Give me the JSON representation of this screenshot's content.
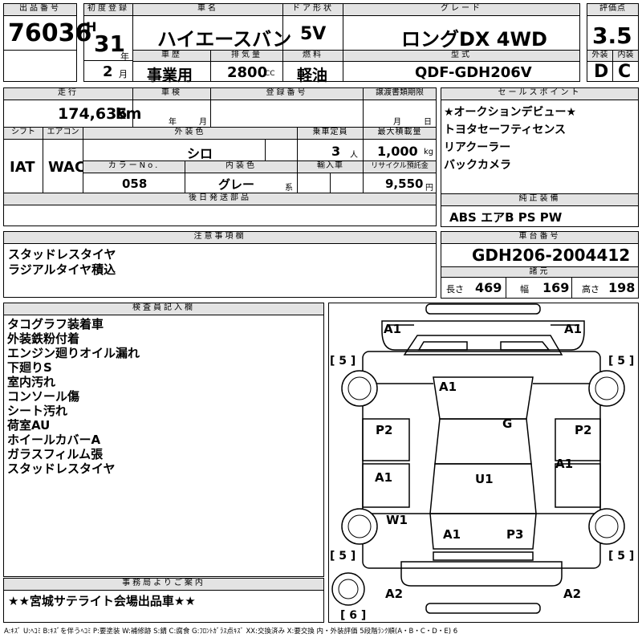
{
  "headers": {
    "lot_no": "出品番号",
    "first_reg": "初度登録",
    "car_name": "車名",
    "door": "ドア形状",
    "grade": "グレード",
    "score": "評価点",
    "history": "車歴",
    "displacement": "排気量",
    "fuel": "燃料",
    "model_code": "型式",
    "ext": "外装",
    "int": "内装",
    "mileage": "走行",
    "inspection": "車検",
    "reg_no": "登録番号",
    "transfer_doc": "譲渡書類期限",
    "sales_point": "セールスポイント",
    "shift": "シフト",
    "aircon": "エアコン",
    "ext_color": "外装色",
    "capacity": "乗車定員",
    "max_load": "最大積載量",
    "color_no": "カラーNo.",
    "int_color": "内装色",
    "import": "輸入車",
    "recycle": "リサイクル預託金",
    "later_parts": "後日発送部品",
    "equipment": "純正装備",
    "caution": "注意事項欄",
    "chassis": "車台番号",
    "specs": "諸元",
    "inspector": "検査員記入欄",
    "office": "事務局よりご案内"
  },
  "lot": {
    "number": "76036"
  },
  "first_reg": {
    "era": "H",
    "year": "31",
    "year_unit": "年",
    "month": "2",
    "month_unit": "月"
  },
  "car": {
    "name": "ハイエースバン",
    "door": "5V",
    "grade": "ロングDX 4WD",
    "score": "3.5",
    "ext_score": "D",
    "int_score": "C",
    "history": "事業用",
    "displacement": "2800",
    "displacement_unit": "CC",
    "fuel": "軽油",
    "model_code": "QDF-GDH206V"
  },
  "details": {
    "mileage": "174,635",
    "mileage_unit": "km",
    "inspection_year_unit": "年",
    "inspection_month_unit": "月",
    "transfer_month_unit": "月",
    "transfer_day_unit": "日",
    "shift": "IAT",
    "aircon": "WAC",
    "ext_color": "シロ",
    "capacity": "3",
    "capacity_unit": "人",
    "max_load": "1,000",
    "max_load_unit": "kg",
    "color_no": "058",
    "int_color": "グレー",
    "int_color_suffix": "系",
    "recycle": "9,550",
    "recycle_unit": "円"
  },
  "sales_points": [
    "★オークションデビュー★",
    "トヨタセーフティセンス",
    "リアクーラー",
    "バックカメラ"
  ],
  "equipment": "ABS エアB PS PW",
  "caution_notes": [
    "スタッドレスタイヤ",
    "ラジアルタイヤ積込"
  ],
  "chassis_number": "GDH206-2004412",
  "dimensions": {
    "length_label": "長さ",
    "length": "469",
    "width_label": "幅",
    "width": "169",
    "height_label": "高さ",
    "height": "198"
  },
  "inspector_notes": [
    "タコグラフ装着車",
    "外装鉄粉付着",
    "エンジン廻りオイル漏れ",
    "下廻りS",
    "室内汚れ",
    "コンソール傷",
    "シート汚れ",
    "荷室AU",
    "ホイールカバーA",
    "ガラスフィルム張",
    "スタッドレスタイヤ"
  ],
  "office_notice": "★★宮城サテライト会場出品車★★",
  "diagram": {
    "marks": {
      "front_left": "A1",
      "front_right": "A1",
      "hood": "A1",
      "windshield": "G",
      "left_front_door": "P2",
      "right_front_door": "P2",
      "right_rear_side": "A1",
      "left_rear_door": "A1",
      "roof": "U1",
      "left_rear_quarter": "W1",
      "rear_left": "A1",
      "rear_right": "P3",
      "rear_bumper_left": "A2",
      "rear_bumper_right": "A2"
    },
    "tires": {
      "front_left": "[ 5 ]",
      "front_right": "[ 5 ]",
      "rear_left": "[ 5 ]",
      "rear_right": "[ 5 ]",
      "spare": "[ 6 ]"
    }
  },
  "legend": "A:ｷｽﾞ U:ﾍｺﾐ B:ｷｽﾞを伴うﾍｺﾐ P:要塗装 W:補修跡 S:錆 C:腐食 G:ﾌﾛﾝﾄｶﾞﾗｽ点ｷｽﾞ XX:交換済み X:要交換 内・外装評価 5段階ﾗﾝｸ順(A・B・C・D・E) 6"
}
